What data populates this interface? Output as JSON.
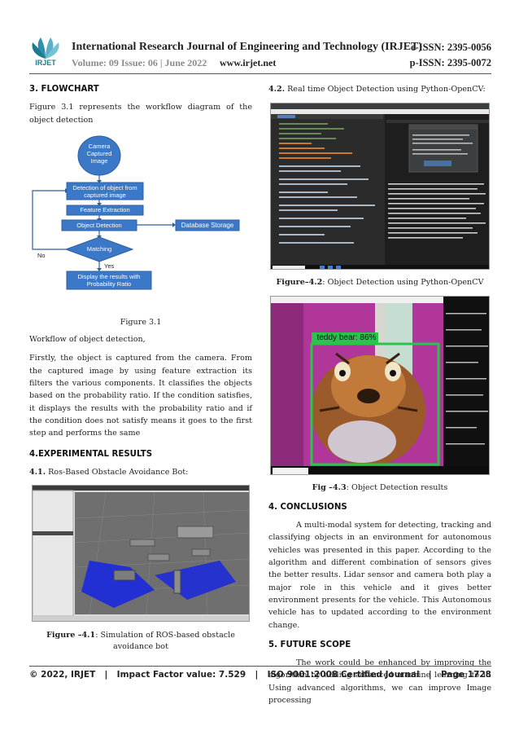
{
  "header": {
    "logo_text": "IRJET",
    "journal_title": "International Research Journal of Engineering and Technology (IRJET)",
    "e_issn": "e-ISSN: 2395-0056",
    "volume": "Volume: 09 Issue: 06 | June 2022",
    "website": "www.irjet.net",
    "p_issn": "p-ISSN: 2395-0072"
  },
  "left": {
    "flowchart_heading": "3. FLOWCHART",
    "flowchart_intro": "Figure 3.1 represents the workflow diagram of the object detection",
    "flowchart": {
      "start": "Camera Captured Image",
      "detect": "Detection of object from captured image",
      "feature": "Feature Extraction",
      "object": "Object Detection",
      "database": "Database Storage",
      "matching": "Matching",
      "no": "No",
      "yes": "Yes",
      "display": "Display the results with Probability Ratio"
    },
    "figure_caption": "Figure 3.1",
    "workflow_caption": "Workflow of object detection,",
    "workflow_paragraph": "Firstly, the object is captured from the camera. From the captured image by using feature extraction its filters the various components. It classifies the objects based on the probability ratio. If the condition satisfies, it displays the results with the probability ratio and if the condition does not satisfy means it goes to the first step and performs the same",
    "experimental_heading": "4.EXPERIMENTAL RESULTS",
    "sub_41_num": "4.1.",
    "sub_41_text": " Ros-Based Obstacle Avoidance Bot:",
    "fig41_label": "Figure –4.1",
    "fig41_text": ": Simulation of ROS-based obstacle avoidance bot"
  },
  "right": {
    "sub_42_num": "4.2.",
    "sub_42_text": " Real time Object Detection using Python-OpenCV:",
    "fig42_label": "Figure–4.2",
    "fig42_text": ": Object Detection using Python-OpenCV",
    "detection_label": "teddy bear: 86%",
    "fig43_label": "Fig –4.3",
    "fig43_text": ": Object Detection results",
    "conclusions_heading": "4. CONCLUSIONS",
    "conclusions_paragraph": "A multi-modal system for detecting, tracking and classifying objects in an environment for autonomous vehicles was presented in this paper. According to the algorithm and different combination of sensors gives the better results. Lidar sensor and camera both play a major role in this vehicle and it gives better environment presents for the vehicle. This Autonomous vehicle has to updated according to the environment change.",
    "future_heading": "5. FUTURE SCOPE",
    "future_paragraph": "The work could be enhanced by improving the algorithm by adding advanced machine learning to it. Using advanced algorithms, we can improve Image processing"
  },
  "footer": {
    "copyright": "© 2022, IRJET",
    "sep": "|",
    "impact": "Impact Factor value: 7.529",
    "iso": "ISO 9001:2008 Certified Journal",
    "page": "Page 1728"
  },
  "colors": {
    "flow_box": "#3b78c7",
    "flow_box_border": "#2f5f9e",
    "sim_plane": "#1e2bd8",
    "detection_green": "#27c64b",
    "cam_wall": "#b0369a"
  }
}
